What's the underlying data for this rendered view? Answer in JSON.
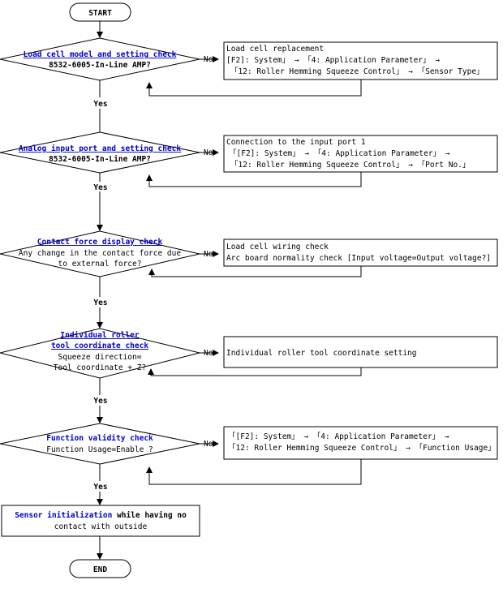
{
  "terminals": {
    "start": "START",
    "end": "END"
  },
  "edge_labels": {
    "no": "No",
    "yes": "Yes"
  },
  "decisions": [
    {
      "title": "Load cell model and setting check",
      "lines": [
        "8532-6005-In-Line AMP?"
      ]
    },
    {
      "title": "Analog input port and setting check",
      "lines": [
        "8532-6005-In-Line AMP?"
      ]
    },
    {
      "title": "Contact force display check",
      "lines": [
        "Any change in the contact force due",
        "to external force?"
      ]
    },
    {
      "title_lines": [
        "Individual roller",
        "tool coordinate check"
      ],
      "lines": [
        "Squeeze direction=",
        "Tool coordinate + Z?"
      ]
    },
    {
      "title": "Function validity check",
      "lines": [
        "Function Usage=Enable ?"
      ]
    }
  ],
  "actions": [
    {
      "lines": [
        "Load cell replacement",
        "[F2]: System」 → 「4: Application Parameter」 →",
        "「12: Roller Hemming Squeeze Control」 → 「Sensor Type」"
      ]
    },
    {
      "lines": [
        "Connection to the input port 1",
        "「[F2]: System」 → 「4: Application Parameter」 →",
        "「12: Roller Hemming Squeeze Control」 → 「Port No.」"
      ]
    },
    {
      "lines": [
        "Load cell wiring check",
        "Arc board normality check [Input voltage=Output voltage?]"
      ]
    },
    {
      "lines": [
        "Individual roller tool coordinate setting"
      ]
    },
    {
      "lines": [
        "「[F2]: System」 → 「4: Application Parameter」 →",
        "「12: Roller Hemming Squeeze Control」 → 「Function Usage」"
      ]
    }
  ],
  "final_step": {
    "link": "Sensor initialization",
    "rest": " while having no",
    "line2": "contact with outside"
  }
}
